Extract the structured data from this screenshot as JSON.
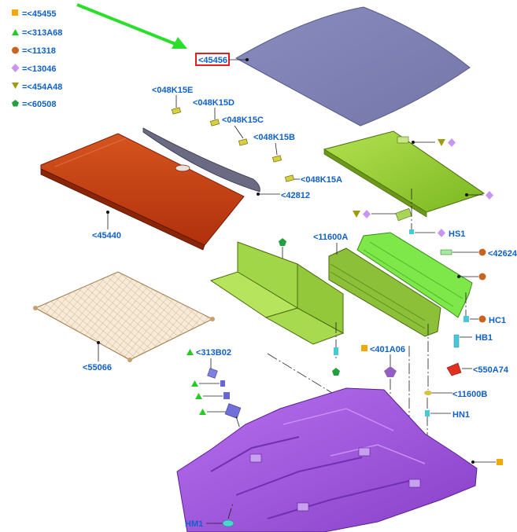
{
  "legend": [
    {
      "shape": "square",
      "color": "#f5a800",
      "text": "=<45455"
    },
    {
      "shape": "triangle",
      "color": "#22cc22",
      "text": "=<313A68"
    },
    {
      "shape": "circle",
      "color": "#c86420",
      "text": "=<11318"
    },
    {
      "shape": "diamond",
      "color": "#c896f0",
      "text": "=<13046"
    },
    {
      "shape": "tri-down",
      "color": "#a09a10",
      "text": "=<454A48"
    },
    {
      "shape": "pentagon",
      "color": "#22a040",
      "text": "=<60508"
    }
  ],
  "highlighted_label": "<45456",
  "labels": {
    "c048k15e": "<048K15E",
    "c048k15d": "<048K15D",
    "c048k15c": "<048K15C",
    "c048k15b": "<048K15B",
    "c048k15a": "<048K15A",
    "c42812": "<42812",
    "c45440": "<45440",
    "c55066": "<55066",
    "c11600a": "<11600A",
    "c42624": "<42624",
    "hs1": "HS1",
    "hc1": "HC1",
    "hb1": "HB1",
    "c550a74": "<550A74",
    "c11600b": "<11600B",
    "hn1": "HN1",
    "c401a06": "<401A06",
    "c313b02": "<313B02",
    "hm1": "HM1"
  },
  "colors": {
    "label_blue": "#1060c8",
    "highlight_box": "#e02020",
    "arrow_green": "#2adf2a",
    "panel_gray": "#8688b8",
    "cover_red": "#c8401c",
    "net_tan": "#f0d8b8",
    "green_part": "#8ccc30",
    "bright_green_part": "#7ee84a",
    "floor_purple": "#a050e0"
  }
}
